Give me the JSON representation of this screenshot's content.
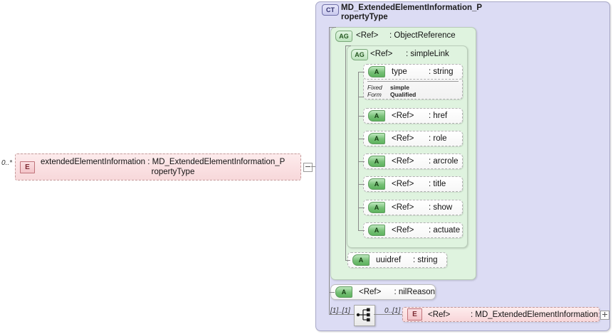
{
  "diagram": {
    "title": "XSD schema diagram - MD_ExtendedElementInformation_PropertyType",
    "left_element": {
      "cardinality": "0..*",
      "badge": "E",
      "name": "extendedElementInformation",
      "separator": " : ",
      "type": "MD_ExtendedElementInformation_P",
      "type_wrap": "ropertyType",
      "collapse_icon": "minus-icon"
    },
    "complex_type": {
      "badge": "CT",
      "name_line1": "MD_ExtendedElementInformation_P",
      "name_line2": "ropertyType"
    },
    "attribute_group_outer": {
      "badge": "AG",
      "ref": "<Ref>",
      "type": ": ObjectReference"
    },
    "attribute_group_inner": {
      "badge": "AG",
      "ref": "<Ref>",
      "type": ": simpleLink"
    },
    "simplelink_attributes": [
      {
        "badge": "A",
        "name": "type",
        "type": ": string",
        "has_facets": true
      },
      {
        "badge": "A",
        "name": "<Ref>",
        "type": ": href",
        "has_facets": false
      },
      {
        "badge": "A",
        "name": "<Ref>",
        "type": ": role",
        "has_facets": false
      },
      {
        "badge": "A",
        "name": "<Ref>",
        "type": ": arcrole",
        "has_facets": false
      },
      {
        "badge": "A",
        "name": "<Ref>",
        "type": ": title",
        "has_facets": false
      },
      {
        "badge": "A",
        "name": "<Ref>",
        "type": ": show",
        "has_facets": false
      },
      {
        "badge": "A",
        "name": "<Ref>",
        "type": ": actuate",
        "has_facets": false
      }
    ],
    "type_facets": [
      {
        "key": "Fixed",
        "value": "simple"
      },
      {
        "key": "Form",
        "value": "Qualified"
      }
    ],
    "uuidref_attribute": {
      "badge": "A",
      "name": "uuidref",
      "type": ": string"
    },
    "nilreason_attribute": {
      "badge": "A",
      "name": "<Ref>",
      "type": ": nilReason"
    },
    "sequence": {
      "icon": "sequence-compositor-icon",
      "cardinality_left": "[1]..[1]",
      "cardinality_right": "0..[1]"
    },
    "bottom_element": {
      "badge": "E",
      "name": "<Ref>",
      "type": ": MD_ExtendedElementInformation",
      "expand_icon": "plus-icon"
    },
    "colors": {
      "complex_type_bg": "#dcdcf4",
      "attribute_group_bg": "#dff3df",
      "element_bg": "#fbe2e4",
      "attribute_badge": "#5db25d",
      "element_badge_border": "#c0737a",
      "connector_line": "#8a8a8a",
      "canvas": "#ffffff"
    }
  }
}
